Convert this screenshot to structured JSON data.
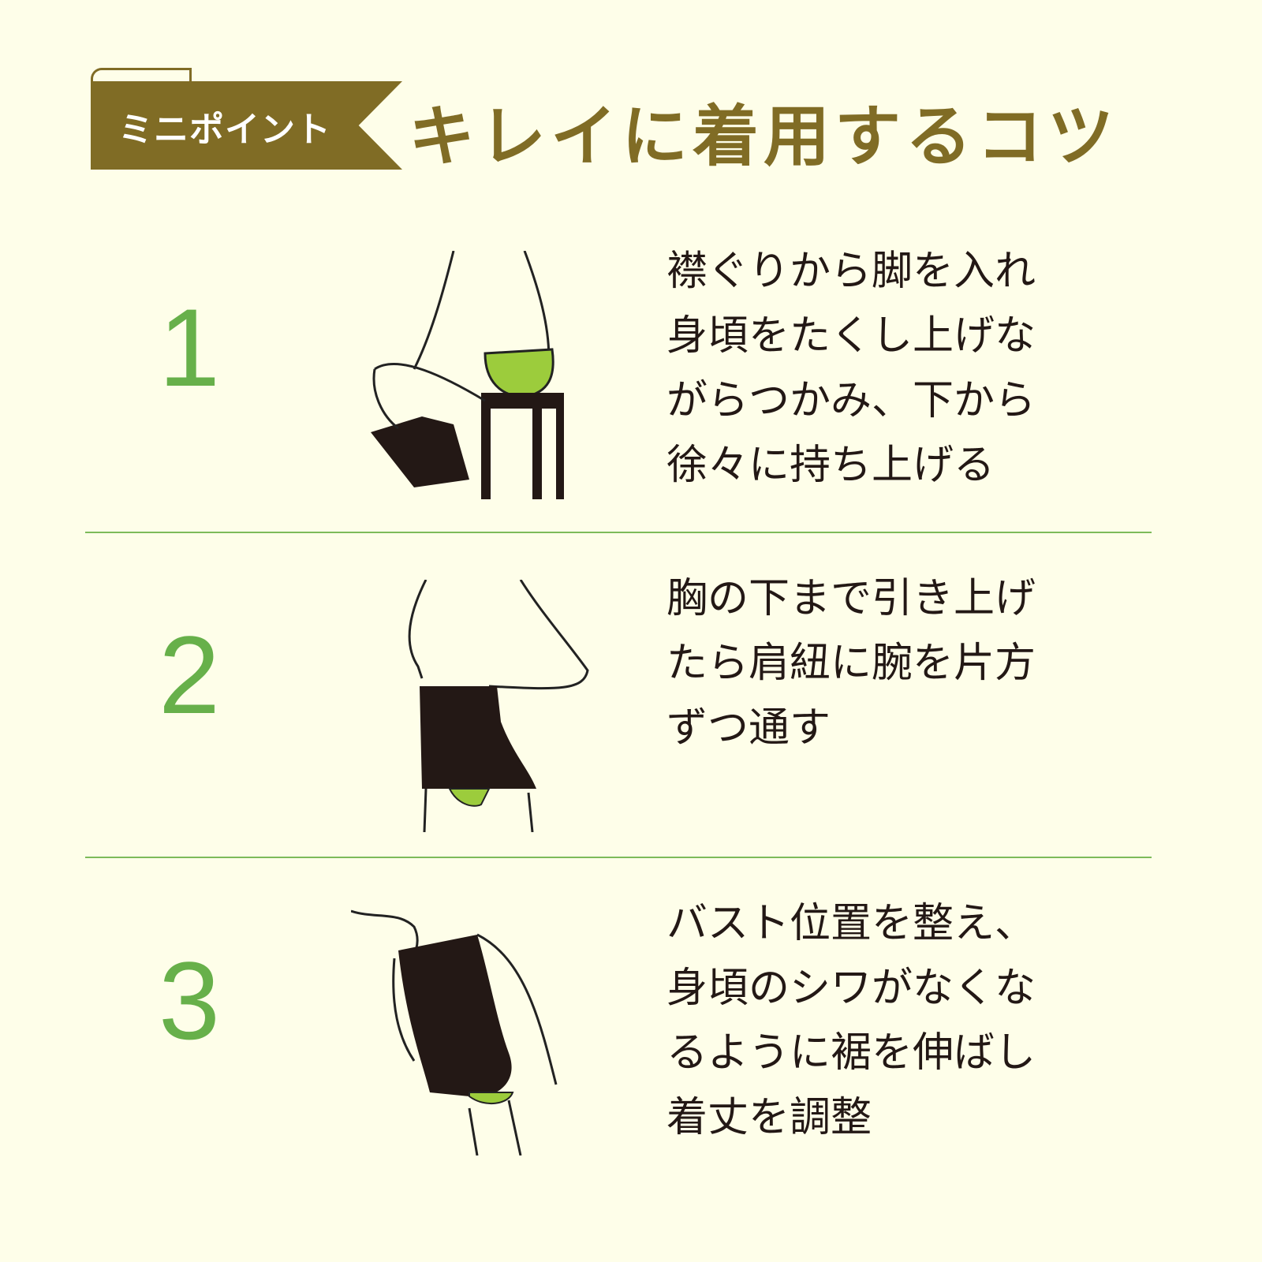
{
  "header": {
    "badge_label": "ミニポイント",
    "title": "キレイに着用するコツ"
  },
  "colors": {
    "accent": "#806c25",
    "number": "#67b04a",
    "divider": "#7dbb5a",
    "background": "#fefee9"
  },
  "steps": [
    {
      "number": "1",
      "text": "襟ぐりから脚を入れ\n身頃をたくし上げな\nがらつかみ、下から\n徐々に持ち上げる"
    },
    {
      "number": "2",
      "text": "胸の下まで引き上げ\nたら肩紐に腕を片方\nずつ通す"
    },
    {
      "number": "3",
      "text": "バスト位置を整え、\n身頃のシワがなくな\nるように裾を伸ばし\n着丈を調整"
    }
  ]
}
